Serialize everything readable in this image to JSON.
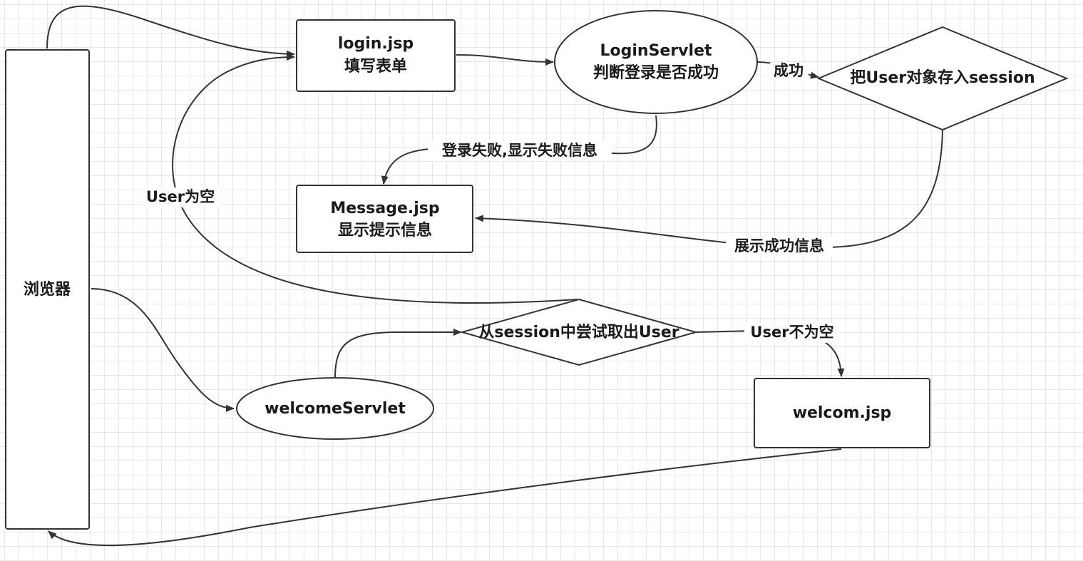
{
  "nodes": {
    "browser": {
      "label": "浏览器"
    },
    "login_jsp": {
      "line1": "login.jsp",
      "line2": "填写表单"
    },
    "login_servlet": {
      "line1": "LoginServlet",
      "line2": "判断登录是否成功"
    },
    "store_session": {
      "label": "把User对象存入session"
    },
    "message_jsp": {
      "line1": "Message.jsp",
      "line2": "显示提示信息"
    },
    "session_check": {
      "label": "从session中尝试取出User"
    },
    "welcome_servlet": {
      "label": "welcomeServlet"
    },
    "welcom_jsp": {
      "label": "welcom.jsp"
    }
  },
  "edges": {
    "success": "成功",
    "login_fail": "登录失败,显示失败信息",
    "show_success": "展示成功信息",
    "user_null": "User为空",
    "user_not_null": "User不为空"
  }
}
